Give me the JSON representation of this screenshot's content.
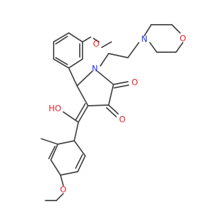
{
  "structure": {
    "atoms": [
      {
        "id": "methoxy_ring_O",
        "element": "O",
        "label": "O"
      },
      {
        "id": "ring_N",
        "element": "N",
        "label": "N"
      },
      {
        "id": "morpholine_N",
        "element": "N",
        "label": "N"
      },
      {
        "id": "morpholine_O",
        "element": "O",
        "label": "O"
      },
      {
        "id": "ketone_O_upper",
        "element": "O",
        "label": "O"
      },
      {
        "id": "ketone_O_lower",
        "element": "O",
        "label": "O"
      },
      {
        "id": "hydroxyl",
        "element": "O",
        "label": "HO"
      },
      {
        "id": "methoxy_lower_O",
        "element": "O",
        "label": "O"
      }
    ]
  },
  "colors": {
    "bond": "#404040",
    "oxygen": "#e8202a",
    "nitrogen": "#2233dd",
    "background": "#ffffff"
  }
}
